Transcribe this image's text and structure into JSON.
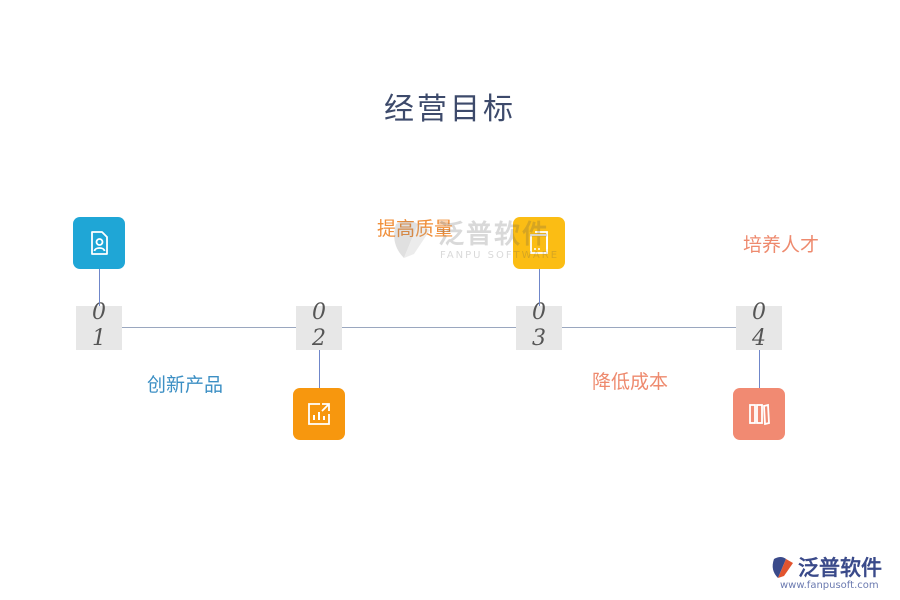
{
  "title": "经营目标",
  "steps": [
    {
      "number": [
        "0",
        "1"
      ],
      "label": "创新产品",
      "icon": "user-document-icon",
      "color": "#1fa6d6",
      "label_color": "#3c8fc4",
      "icon_position": "top"
    },
    {
      "number": [
        "0",
        "2"
      ],
      "label": "提高质量",
      "icon": "chart-export-icon",
      "color": "#f7970e",
      "label_color": "#f08f3a",
      "icon_position": "bottom"
    },
    {
      "number": [
        "0",
        "3"
      ],
      "label": "降低成本",
      "icon": "tablet-icon",
      "color": "#fbbd14",
      "label_color": "#ee8a6e",
      "icon_position": "top"
    },
    {
      "number": [
        "0",
        "4"
      ],
      "label": "培养人才",
      "icon": "books-icon",
      "color": "#f18a72",
      "label_color": "#ee8a6e",
      "icon_position": "bottom"
    }
  ],
  "watermark": {
    "cn": "泛普软件",
    "en": "FANPU SOFTWARE"
  },
  "logo": {
    "cn": "泛普软件",
    "url": "www.fanpusoft.com"
  }
}
